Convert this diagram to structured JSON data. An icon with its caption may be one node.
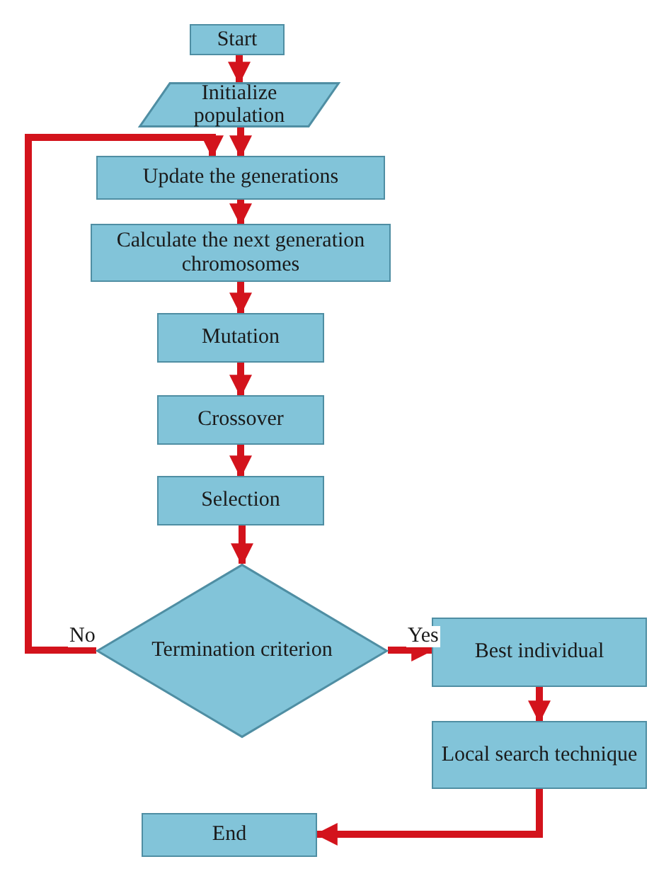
{
  "diagram": {
    "nodes": [
      {
        "text": [
          "Start"
        ]
      },
      {
        "text": [
          "Initialize population"
        ]
      },
      {
        "text": [
          "Update the generations"
        ]
      },
      {
        "text": [
          "Calculate the next generation chromosomes"
        ]
      },
      {
        "text": [
          "Mutation"
        ]
      },
      {
        "text": [
          "Crossover"
        ]
      },
      {
        "text": [
          "Selection"
        ]
      },
      {
        "text": [
          "Termination criterion"
        ]
      },
      {
        "text": [
          "Best individual"
        ]
      },
      {
        "text": [
          "Local search technique"
        ]
      },
      {
        "text": [
          "End"
        ]
      }
    ],
    "edges": [
      {
        "from": 0,
        "to": 1,
        "arrow": "to"
      },
      {
        "from": 1,
        "to": 2,
        "arrow": "to"
      },
      {
        "from": 2,
        "to": 3,
        "arrow": "to"
      },
      {
        "from": 3,
        "to": 4,
        "arrow": "to"
      },
      {
        "from": 4,
        "to": 5,
        "arrow": "to"
      },
      {
        "from": 5,
        "to": 6,
        "arrow": "to"
      },
      {
        "from": 6,
        "to": 7,
        "arrow": "to"
      },
      {
        "from": 7,
        "to": 8,
        "label": "Yes",
        "arrow": "to"
      },
      {
        "from": 8,
        "to": 9,
        "arrow": "to"
      },
      {
        "from": 9,
        "to": 10,
        "arrow": "to"
      },
      {
        "from": 7,
        "to": 2,
        "label": "No",
        "arrow": "to"
      }
    ]
  }
}
